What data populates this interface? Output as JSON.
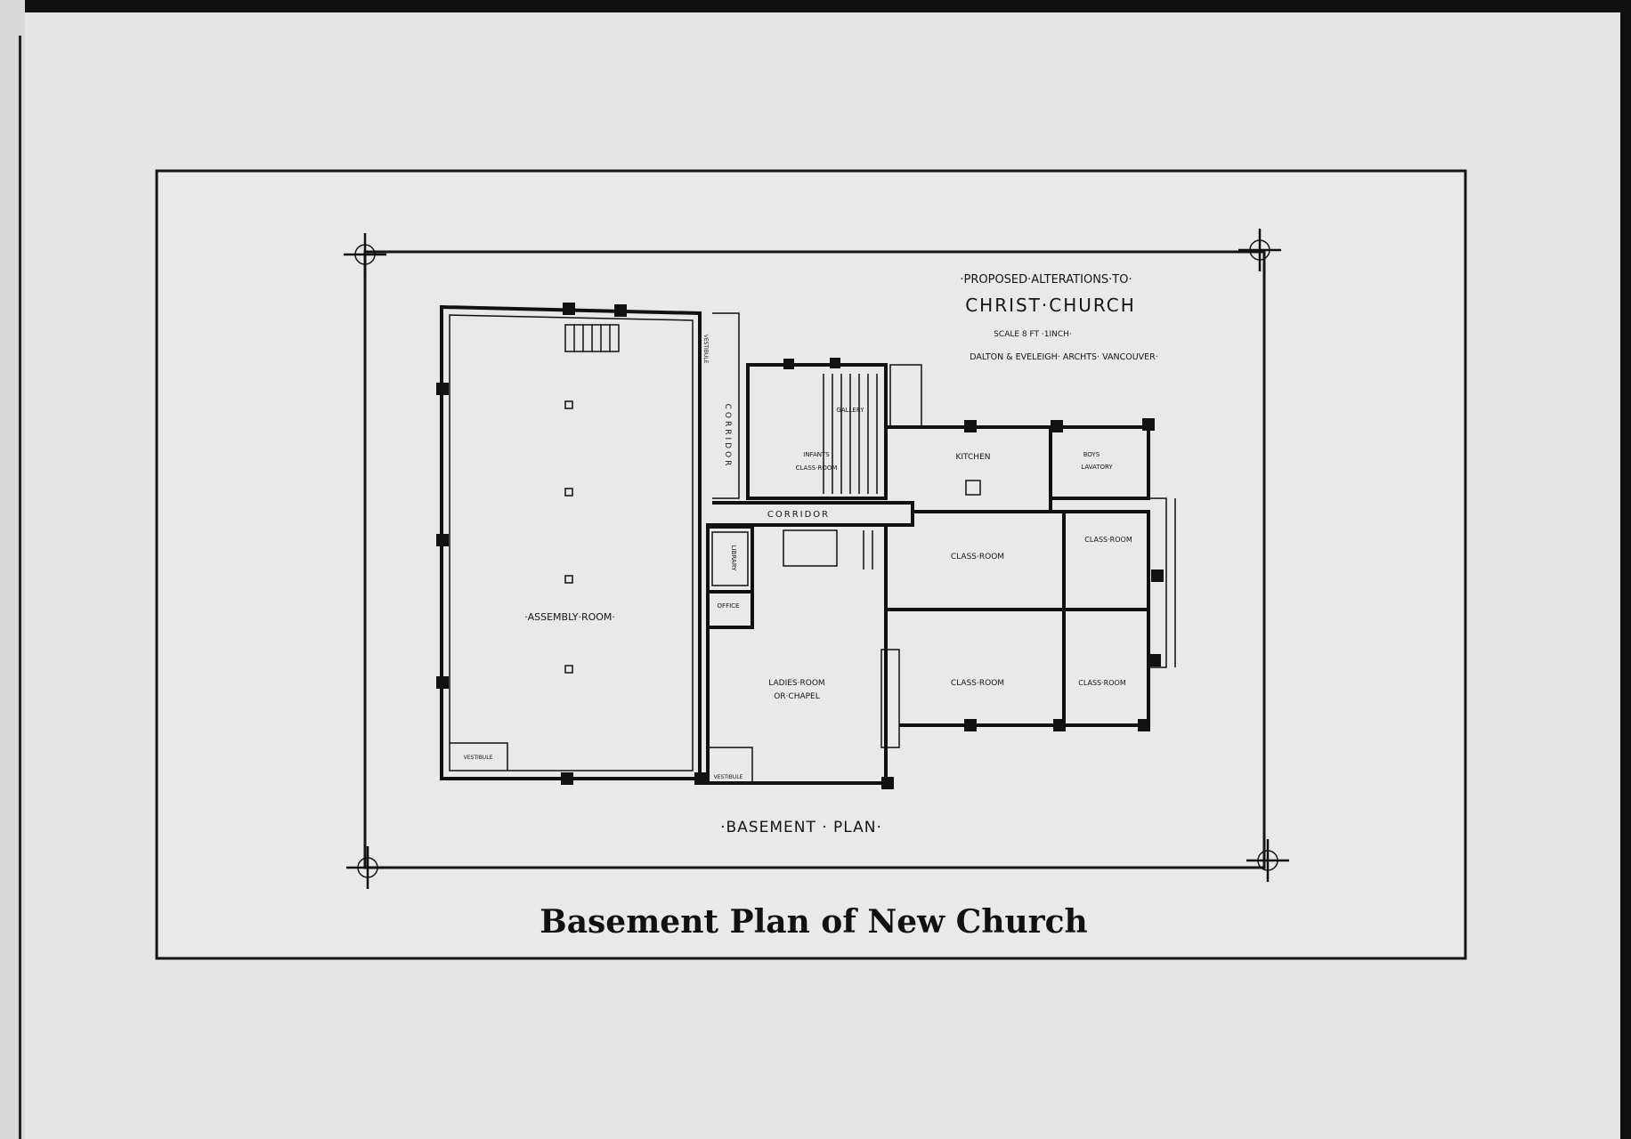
{
  "drawing": {
    "title_line1": "·PROPOSED·ALTERATIONS·TO·",
    "title_line2": "CHRIST·CHURCH",
    "scale": "SCALE 8 FT ·1INCH·",
    "architects": "DALTON & EVELEIGH· ARCHTS· VANCOUVER·",
    "plan_label": "·BASEMENT · PLAN·"
  },
  "rooms": {
    "assembly_room": "·ASSEMBLY·ROOM·",
    "vestibule_top": "VESTIBULE",
    "vestibule_bottom_left": "VESTIBULE",
    "vestibule_bottom": "VESTIBULE",
    "corridor_vertical": "CORRIDOR",
    "corridor_horizontal": "CORRIDOR",
    "gallery": "GALLERY",
    "infants_line1": "INFANTS",
    "infants_line2": "CLASS·ROOM",
    "kitchen": "KITCHEN",
    "boys_line1": "BOYS",
    "boys_line2": "LAVATORY",
    "library": "LIBRARY",
    "office": "OFFICE",
    "class_room_1": "CLASS·ROOM",
    "class_room_2": "CLASS·ROOM",
    "class_room_3": "CLASS·ROOM",
    "class_room_4": "CLASS·ROOM",
    "ladies_line1": "LADIES·ROOM",
    "ladies_line2": "OR·CHAPEL"
  },
  "caption": "Basement Plan of New Church"
}
